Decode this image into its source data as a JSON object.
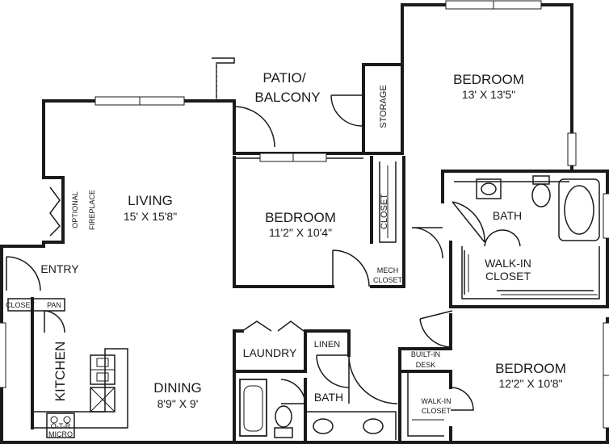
{
  "rooms": {
    "patio": {
      "line1": "PATIO/",
      "line2": "BALCONY"
    },
    "storage": "STORAGE",
    "bedroom_top": {
      "name": "BEDROOM",
      "size": "13' X 13'5\""
    },
    "living": {
      "name": "LIVING",
      "size": "15' X 15'8\""
    },
    "fireplace": {
      "line1": "OPTIONAL",
      "line2": "FIREPLACE"
    },
    "bedroom_mid": {
      "name": "BEDROOM",
      "size": "11'2\" X 10'4\""
    },
    "closet_mid": "CLOSET",
    "mech_closet": {
      "line1": "MECH",
      "line2": "CLOSET"
    },
    "bath_top": "BATH",
    "walkin_top": {
      "line1": "WALK-IN",
      "line2": "CLOSET"
    },
    "entry": "ENTRY",
    "closet_entry": "CLOSET",
    "pan": "PAN",
    "kitchen": "KITCHEN",
    "dining": {
      "name": "DINING",
      "size": "8'9\" X 9'"
    },
    "laundry": "LAUNDRY",
    "linen": "LINEN",
    "bath_bottom": "BATH",
    "builtin_desk": {
      "line1": "BUILT-IN",
      "line2": "DESK"
    },
    "bedroom_bottom": {
      "name": "BEDROOM",
      "size": "12'2\" X 10'8\""
    },
    "walkin_bottom": {
      "line1": "WALK-IN",
      "line2": "CLOSET"
    },
    "otr_micro": {
      "line1": "O-T-R",
      "line2": "MICRO"
    }
  }
}
